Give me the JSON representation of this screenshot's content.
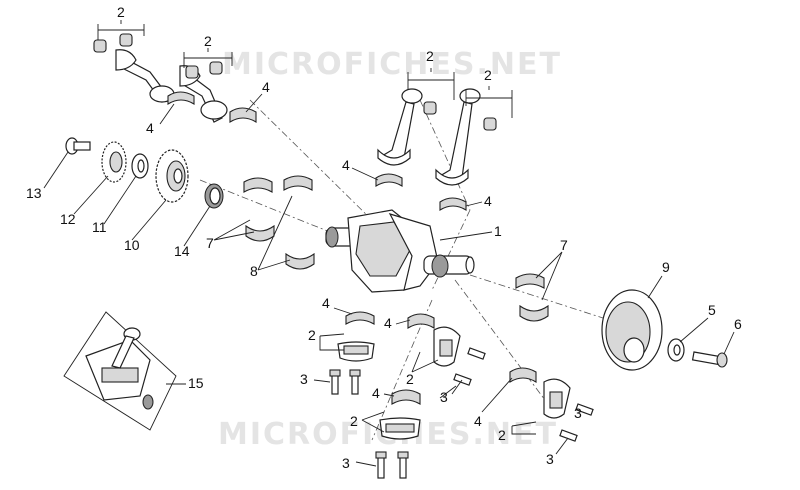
{
  "watermark": {
    "top": "MICROFICHES.NET",
    "bottom": "MICROFICHES.NET"
  },
  "callouts": [
    {
      "id": "c1",
      "text": "2"
    },
    {
      "id": "c2",
      "text": "2"
    },
    {
      "id": "c3",
      "text": "4"
    },
    {
      "id": "c4",
      "text": "4"
    },
    {
      "id": "c5",
      "text": "2"
    },
    {
      "id": "c6",
      "text": "2"
    },
    {
      "id": "c7",
      "text": "4"
    },
    {
      "id": "c8",
      "text": "4"
    },
    {
      "id": "c9",
      "text": "1"
    },
    {
      "id": "c10",
      "text": "13"
    },
    {
      "id": "c11",
      "text": "12"
    },
    {
      "id": "c12",
      "text": "11"
    },
    {
      "id": "c13",
      "text": "10"
    },
    {
      "id": "c14",
      "text": "14"
    },
    {
      "id": "c15",
      "text": "7"
    },
    {
      "id": "c16",
      "text": "8"
    },
    {
      "id": "c17",
      "text": "7"
    },
    {
      "id": "c18",
      "text": "9"
    },
    {
      "id": "c19",
      "text": "5"
    },
    {
      "id": "c20",
      "text": "6"
    },
    {
      "id": "c21",
      "text": "4"
    },
    {
      "id": "c22",
      "text": "2"
    },
    {
      "id": "c23",
      "text": "4"
    },
    {
      "id": "c24",
      "text": "3"
    },
    {
      "id": "c25",
      "text": "15"
    },
    {
      "id": "c26",
      "text": "2"
    },
    {
      "id": "c27",
      "text": "3"
    },
    {
      "id": "c28",
      "text": "4"
    },
    {
      "id": "c29",
      "text": "2"
    },
    {
      "id": "c30",
      "text": "4"
    },
    {
      "id": "c31",
      "text": "3"
    },
    {
      "id": "c32",
      "text": "2"
    },
    {
      "id": "c33",
      "text": "3"
    },
    {
      "id": "c34",
      "text": "3"
    }
  ]
}
